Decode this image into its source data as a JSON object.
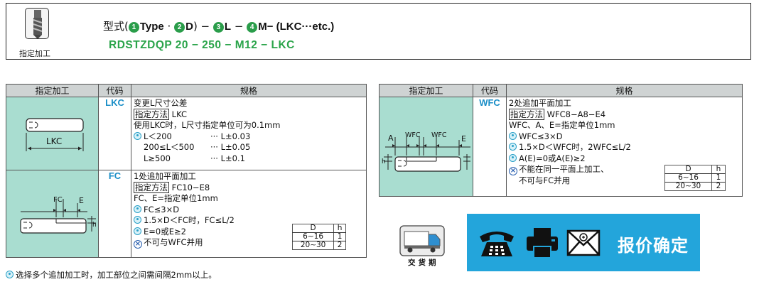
{
  "header": {
    "caption": "指定加工",
    "prefix": "型式",
    "code_parts": [
      "(",
      "1",
      "Type",
      " · ",
      "2",
      "D",
      ") − ",
      "3",
      "L",
      " − ",
      "4",
      "M",
      "− (LKC···etc.)"
    ],
    "example": "RDSTZDQP   20  −  250  −  M12  −  LKC"
  },
  "table_headers": {
    "col1": "指定加工",
    "col2": "代码",
    "col3": "规格"
  },
  "rows": {
    "lkc": {
      "code": "LKC",
      "figure_label": "LKC",
      "lines": [
        "变更L尺寸公差",
        "指定方法",
        "LKC",
        "使用LKC时，L尺寸指定单位可为0.1mm",
        "L＜200",
        "··· L±0.03",
        "200≤L＜500",
        "··· L±0.05",
        "L≥500",
        "··· L±0.1"
      ]
    },
    "fc": {
      "code": "FC",
      "figure_labels": [
        "FC",
        "E",
        "h"
      ],
      "lines": [
        "1处追加平面加工",
        "指定方法",
        "FC10−E8",
        "FC、E=指定单位1mm",
        "FC≤3×D",
        "1.5×D＜FC时，FC≤L/2",
        "E=0或E≥2",
        "不可与WFC并用"
      ],
      "mini_table": {
        "h1": "D",
        "h2": "h",
        "r1c1": "6∼16",
        "r1c2": "1",
        "r2c1": "20∼30",
        "r2c2": "2"
      }
    },
    "wfc": {
      "code": "WFC",
      "figure_labels": [
        "A",
        "WFC",
        "WFC",
        "E",
        "h"
      ],
      "lines": [
        "2处追加平面加工",
        "指定方法",
        "WFC8−A8−E4",
        "WFC、A、E=指定单位1mm",
        "WFC≤3×D",
        "1.5×D＜WFC时，2WFC≤L/2",
        "A(E)=0或A(E)≥2",
        "不能在同一平面上加工、",
        "不可与FC并用"
      ],
      "mini_table": {
        "h1": "D",
        "h2": "h",
        "r1c1": "6∼16",
        "r1c2": "1",
        "r2c1": "20∼30",
        "r2c2": "2"
      }
    }
  },
  "footnote": "选择多个追加加工时，加工部位之间需间隔2mm以上。",
  "delivery_label": "交货期",
  "quote_label": "报价确定",
  "colors": {
    "figure_bg": "#a9ddd0",
    "code_blue": "#1a8ec7",
    "example_green": "#2aa44a",
    "quote_bg": "#23a5db",
    "header_gray": "#cfd3d3"
  }
}
